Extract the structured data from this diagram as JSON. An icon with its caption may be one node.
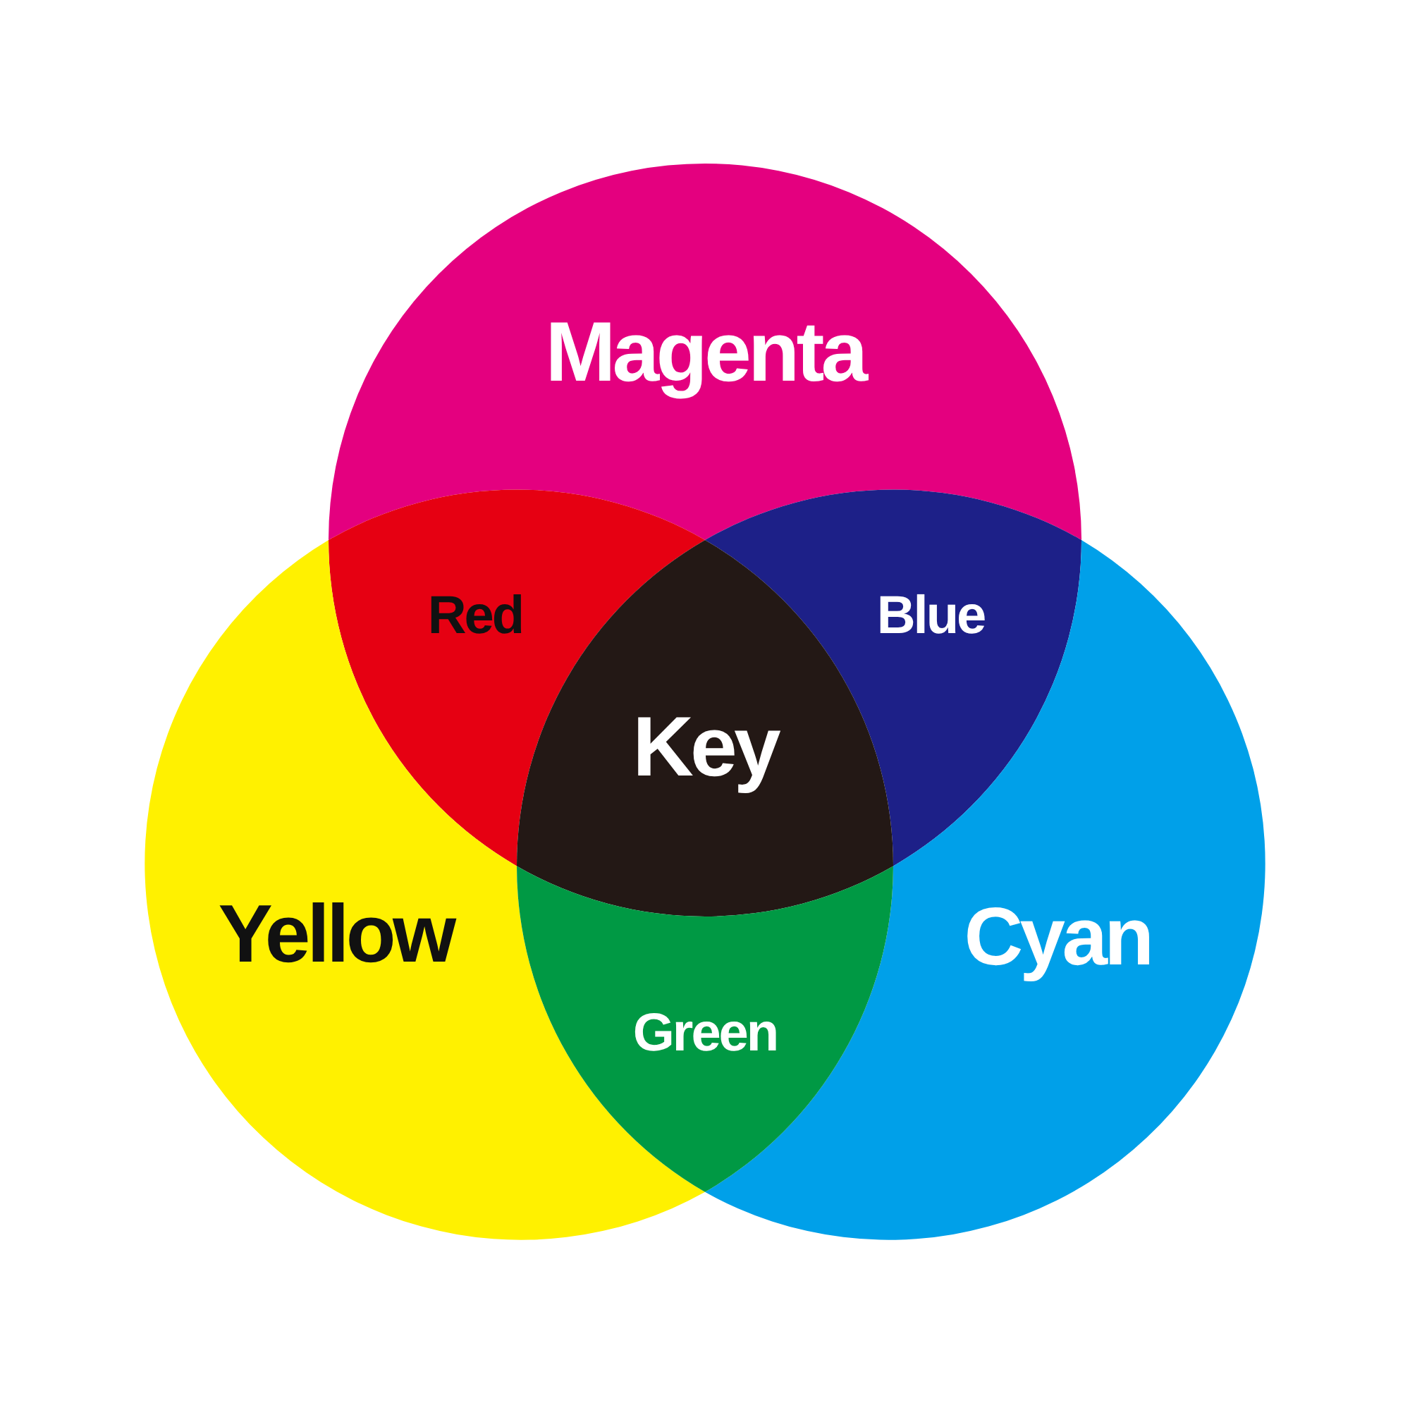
{
  "diagram": {
    "nodes": [
      {
        "text": [
          "Magenta"
        ]
      },
      {
        "text": [
          "Red"
        ]
      },
      {
        "text": [
          "Blue"
        ]
      },
      {
        "text": [
          "Key"
        ]
      },
      {
        "text": [
          "Yellow"
        ]
      },
      {
        "text": [
          "Cyan"
        ]
      },
      {
        "text": [
          "Green"
        ]
      }
    ]
  }
}
